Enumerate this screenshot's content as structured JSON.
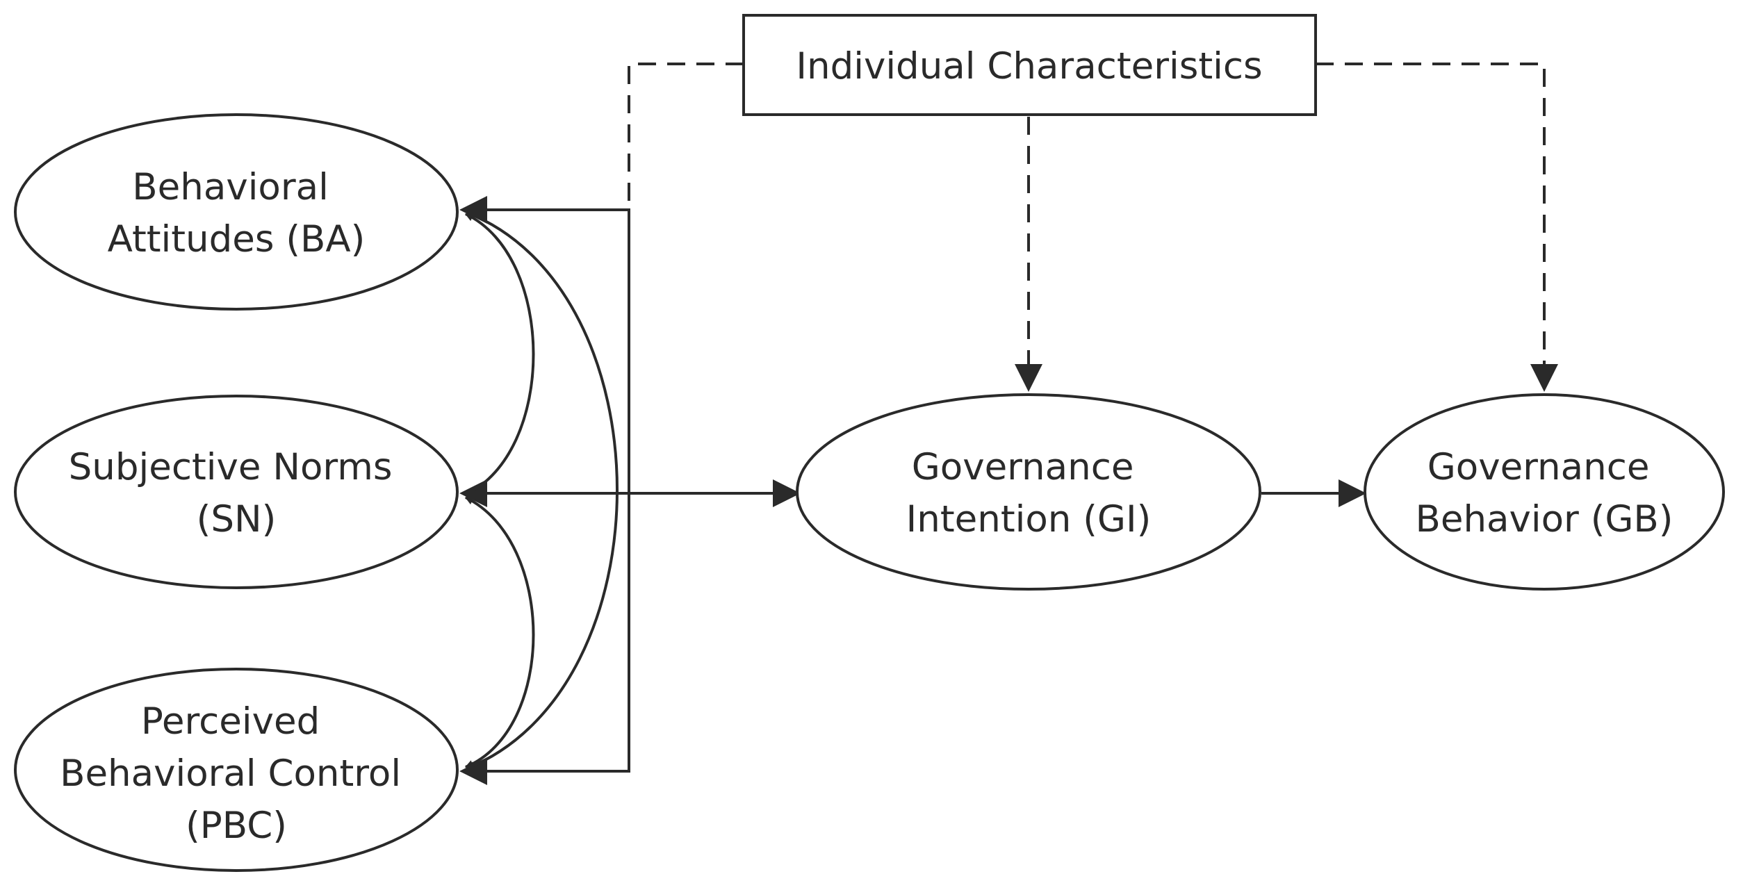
{
  "diagram": {
    "nodes": {
      "ic": {
        "lines": [
          "Individual Characteristics"
        ]
      },
      "ba": {
        "lines": [
          "Behavioral",
          "Attitudes (BA)"
        ]
      },
      "sn": {
        "lines": [
          "Subjective Norms",
          "(SN)"
        ]
      },
      "pbc": {
        "lines": [
          "Perceived",
          "Behavioral Control",
          "(PBC)"
        ]
      },
      "gi": {
        "lines": [
          "Governance",
          "Intention (GI)"
        ]
      },
      "gb": {
        "lines": [
          "Governance",
          "Behavior (GB)"
        ]
      }
    }
  }
}
